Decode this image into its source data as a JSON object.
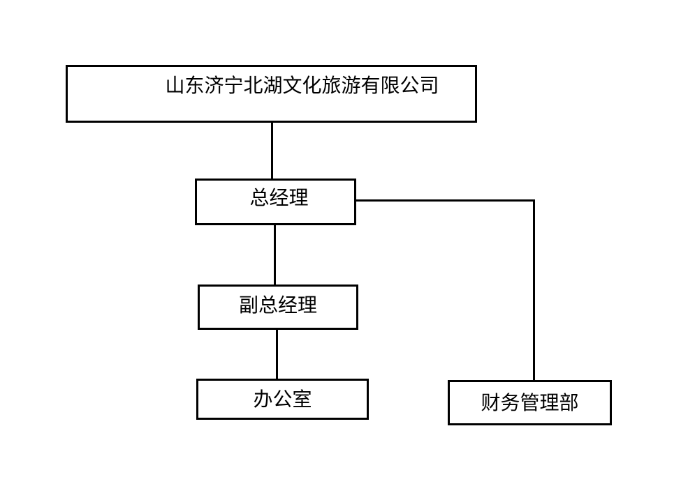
{
  "diagram": {
    "type": "org-chart",
    "nodes": {
      "company": {
        "label": "山东济宁北湖文化旅游有限公司"
      },
      "general_manager": {
        "label": "总经理"
      },
      "deputy_general_manager": {
        "label": "副总经理"
      },
      "office": {
        "label": "办公室"
      },
      "finance_department": {
        "label": "财务管理部"
      }
    },
    "edges": [
      {
        "from": "company",
        "to": "general_manager"
      },
      {
        "from": "general_manager",
        "to": "deputy_general_manager"
      },
      {
        "from": "deputy_general_manager",
        "to": "office"
      },
      {
        "from": "general_manager",
        "to": "finance_department"
      }
    ],
    "colors": {
      "background": "#ffffff",
      "box_fill": "#ffffff",
      "box_border": "#000000",
      "line": "#000000",
      "text": "#000000"
    }
  }
}
